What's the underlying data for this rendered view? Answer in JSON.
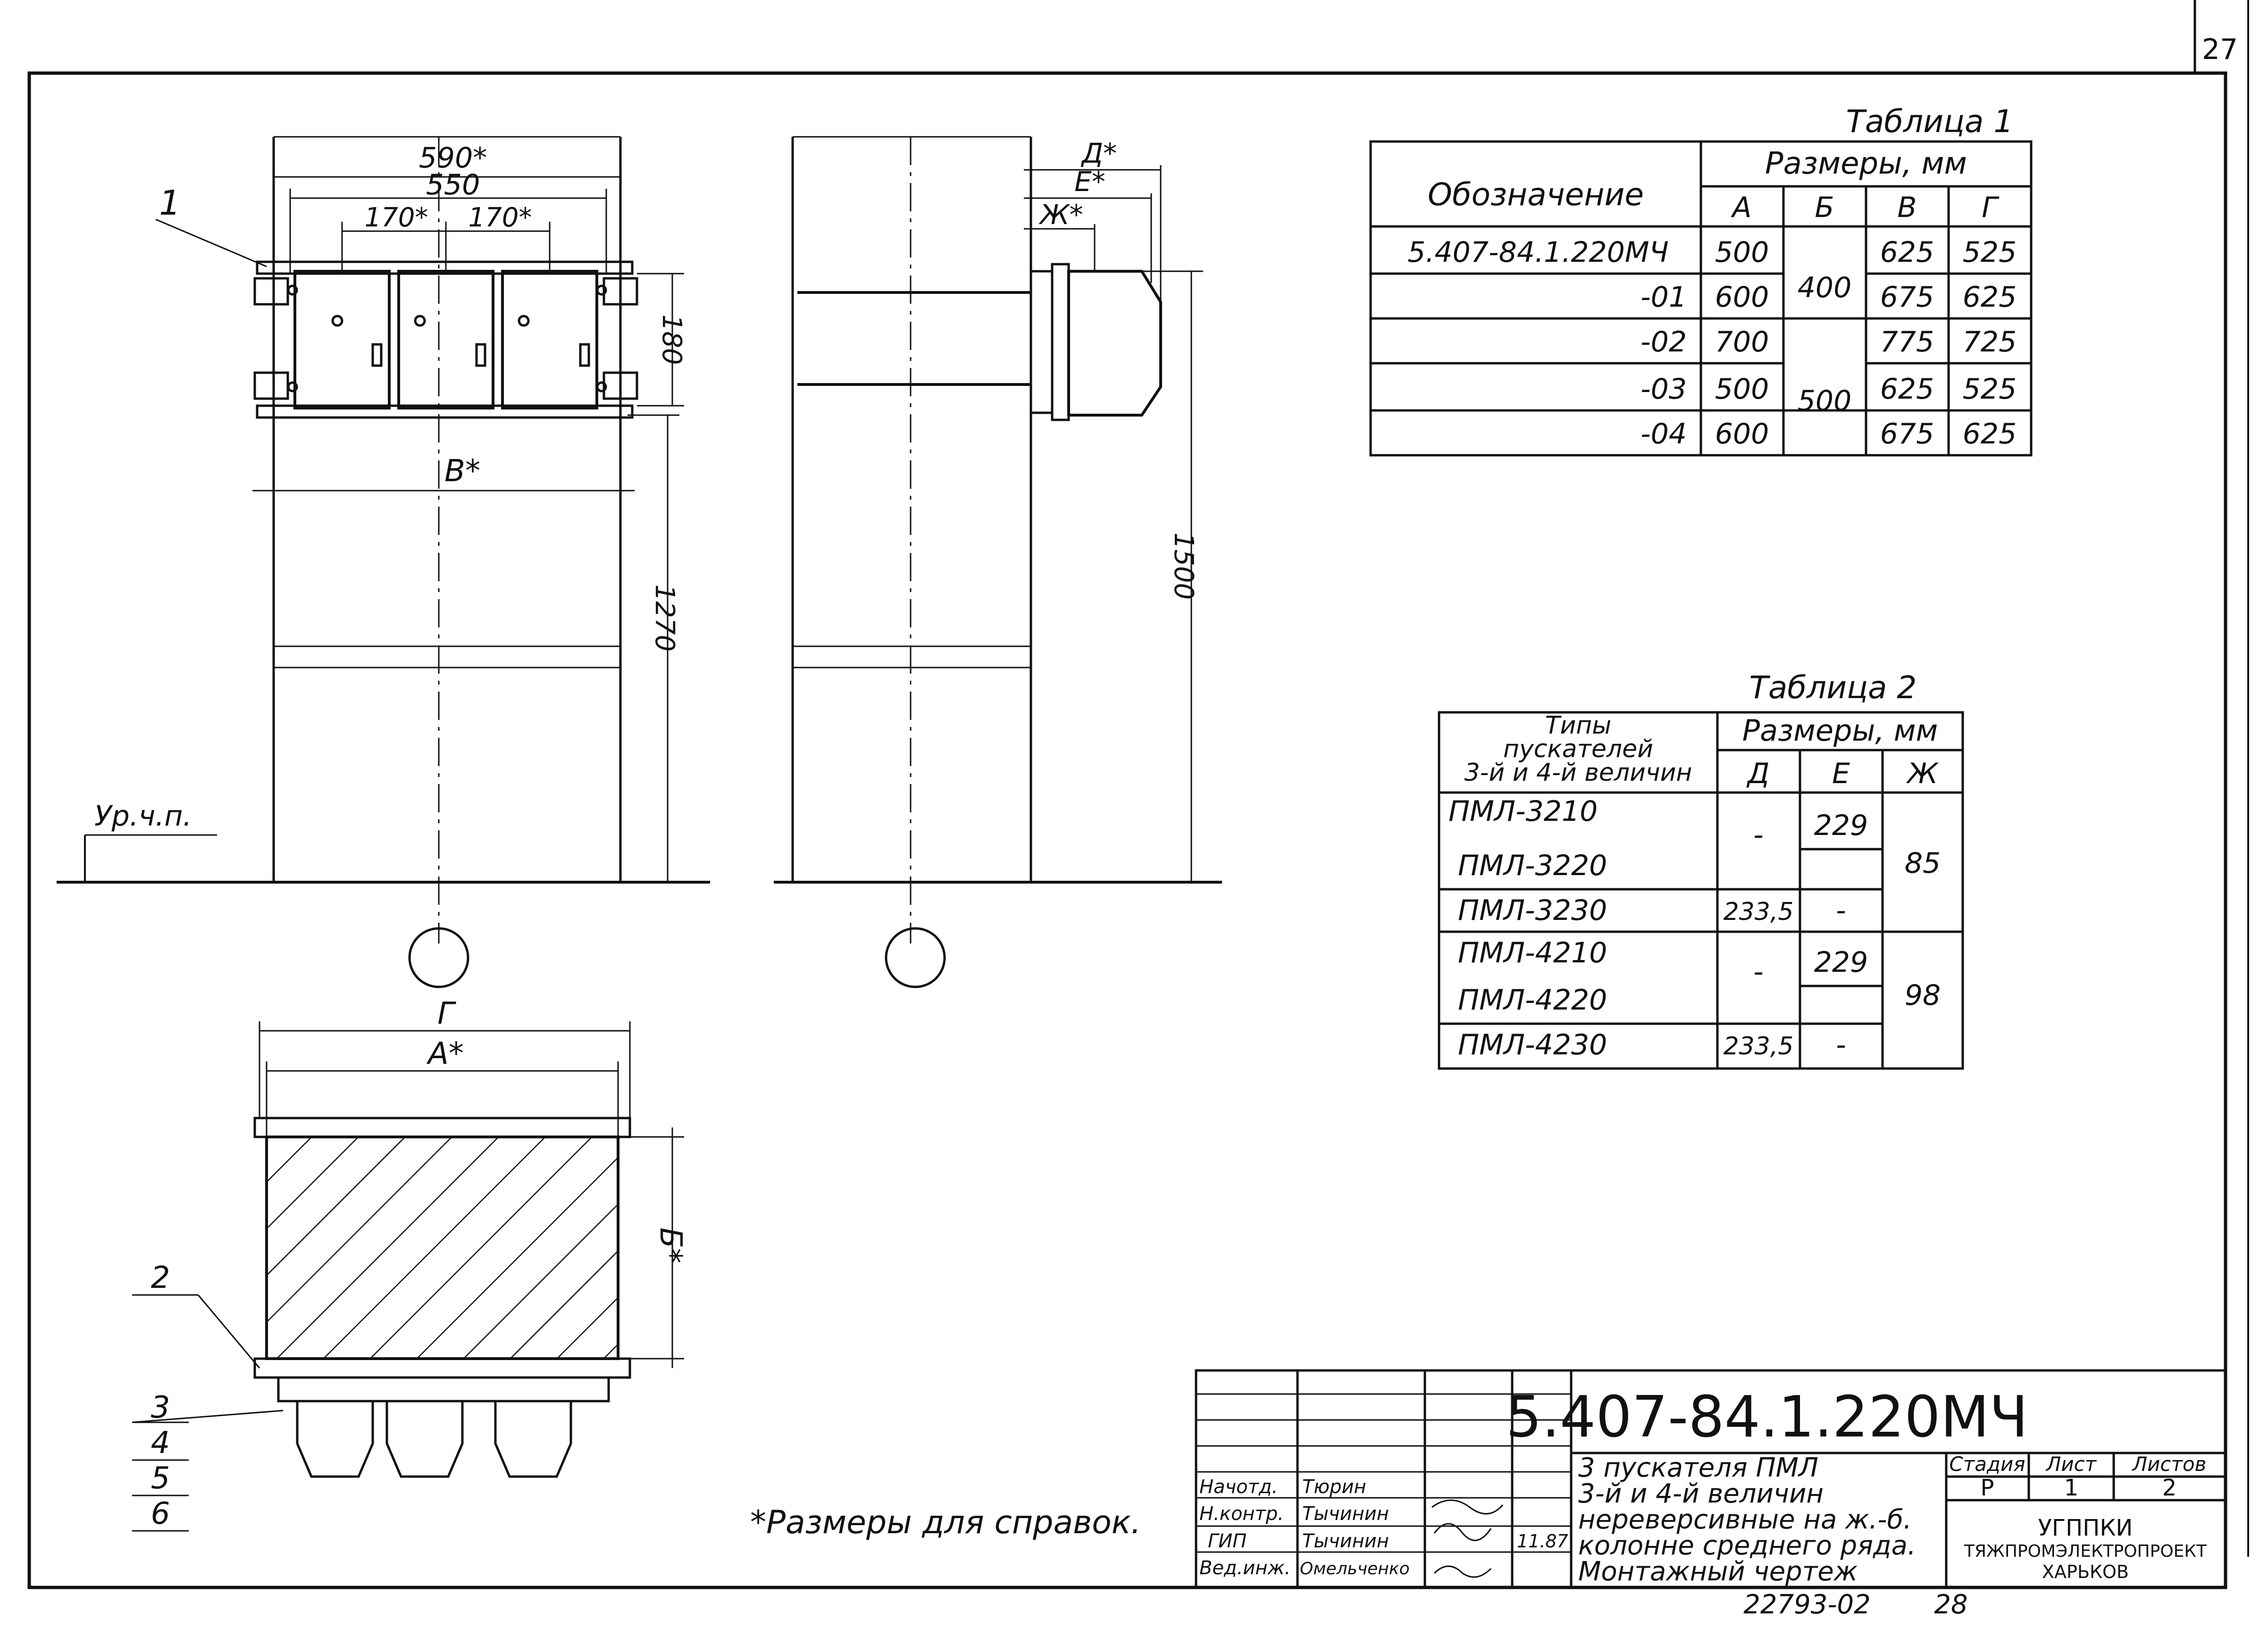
{
  "sheet": {
    "page_number": "27",
    "footnote": "*Размеры для справок.",
    "archive_number": "22793-02",
    "archive_sheet": "28",
    "ground_label": "Ур.ч.п."
  },
  "front_view": {
    "dim_590": "590*",
    "dim_550": "550",
    "dim_170a": "170*",
    "dim_170b": "170*",
    "dim_180": "180",
    "dim_B": "В*",
    "dim_1270": "1270",
    "callout_1": "1"
  },
  "side_view": {
    "dim_D": "Д*",
    "dim_E": "Е*",
    "dim_Zh": "Ж*",
    "dim_1500": "1500"
  },
  "plan_view": {
    "dim_G": "Г",
    "dim_A": "А*",
    "dim_Б": "Б*",
    "callouts": [
      "2",
      "3",
      "4",
      "5",
      "6"
    ]
  },
  "table1": {
    "title": "Таблица 1",
    "head_designation": "Обозначение",
    "head_sizes": "Размеры, мм",
    "cols": [
      "А",
      "Б",
      "В",
      "Г"
    ],
    "rows": [
      {
        "name": "5.407-84.1.220МЧ",
        "a": "500",
        "v": "625",
        "g": "525"
      },
      {
        "name": "-01",
        "a": "600",
        "v": "675",
        "g": "625"
      },
      {
        "name": "-02",
        "a": "700",
        "v": "775",
        "g": "725"
      },
      {
        "name": "-03",
        "a": "500",
        "v": "625",
        "g": "525"
      },
      {
        "name": "-04",
        "a": "600",
        "v": "675",
        "g": "625"
      }
    ],
    "b_merged_1": "400",
    "b_merged_2": "500"
  },
  "table2": {
    "title": "Таблица 2",
    "head_types_1": "Типы",
    "head_types_2": "пускателей",
    "head_types_3": "3-й и 4-й величин",
    "head_sizes": "Размеры, мм",
    "cols": [
      "Д",
      "Е",
      "Ж"
    ],
    "rows": [
      "ПМЛ-3210",
      "ПМЛ-3220",
      "ПМЛ-3230",
      "ПМЛ-4210",
      "ПМЛ-4220",
      "ПМЛ-4230"
    ],
    "d1": "-",
    "e1": "229",
    "zh1": "85",
    "d2": "233,5",
    "e2": "-",
    "d3": "-",
    "e3": "229",
    "zh2": "98",
    "d4": "233,5",
    "e4": "-"
  },
  "title_block": {
    "doc_code": "5.407-84.1.220МЧ",
    "desc_1": "3 пускателя ПМЛ",
    "desc_2": "3-й и 4-й величин",
    "desc_3": "нереверсивные на ж.-б.",
    "desc_4": "колонне среднего ряда.",
    "desc_5": "Монтажный чертеж",
    "stage_label": "Стадия",
    "sheet_label": "Лист",
    "sheets_label": "Листов",
    "stage": "Р",
    "sheet": "1",
    "sheets": "2",
    "org_1": "УГППКИ",
    "org_2": "ТЯЖПРОМЭЛЕКТРОПРОЕКТ",
    "org_3": "ХАРЬКОВ",
    "roles": [
      "Начотд.",
      "Н.контр.",
      "ГИП",
      "Вед.инж."
    ],
    "names": [
      "Тюрин",
      "Тычинин",
      "Тычинин",
      "Омельченко"
    ],
    "date_note": "11.87"
  }
}
